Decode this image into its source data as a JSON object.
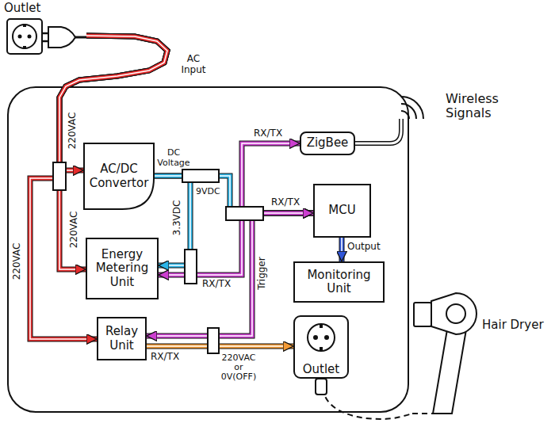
{
  "diagram": {
    "nodes": [
      {
        "text": [
          "Outlet"
        ]
      },
      {
        "text": [
          "AC/DC Convertor"
        ]
      },
      {
        "text": [
          "ZigBee"
        ]
      },
      {
        "text": [
          "MCU"
        ]
      },
      {
        "text": [
          "Energy Metering Unit"
        ]
      },
      {
        "text": [
          "Monitoring Unit"
        ]
      },
      {
        "text": [
          "Relay Unit"
        ]
      },
      {
        "text": [
          "Outlet"
        ]
      },
      {
        "text": [
          "Hair Dryer"
        ]
      }
    ],
    "edges": [
      {
        "from": 0,
        "to": 1,
        "label": "220VAC",
        "arrow": "to"
      },
      {
        "from": 0,
        "to": 4,
        "label": "220VAC",
        "arrow": "to"
      },
      {
        "from": 0,
        "to": 6,
        "label": "220VAC",
        "arrow": "to"
      },
      {
        "from": 1,
        "to": 4,
        "label": "3.3VDC",
        "arrow": "to"
      },
      {
        "from": 1,
        "to": 3,
        "label": "9VDC",
        "arrow": "to"
      },
      {
        "from": 2,
        "to": 3,
        "label": "RX/TX",
        "arrow": "both"
      },
      {
        "from": 4,
        "to": 3,
        "label": "RX/TX",
        "arrow": "both"
      },
      {
        "from": 3,
        "to": 6,
        "label": "Trigger",
        "arrow": "both"
      },
      {
        "from": 6,
        "to": 7,
        "label": "220VAC or 0V(OFF)",
        "arrow": "to"
      },
      {
        "from": 3,
        "to": 5,
        "label": "Output",
        "arrow": "to"
      },
      {
        "from": 7,
        "to": 8,
        "arrow": "none"
      }
    ],
    "labels": [
      "AC Input",
      "DC Voltage",
      "RX/TX",
      "RX/TX",
      "Wireless Signals"
    ]
  }
}
